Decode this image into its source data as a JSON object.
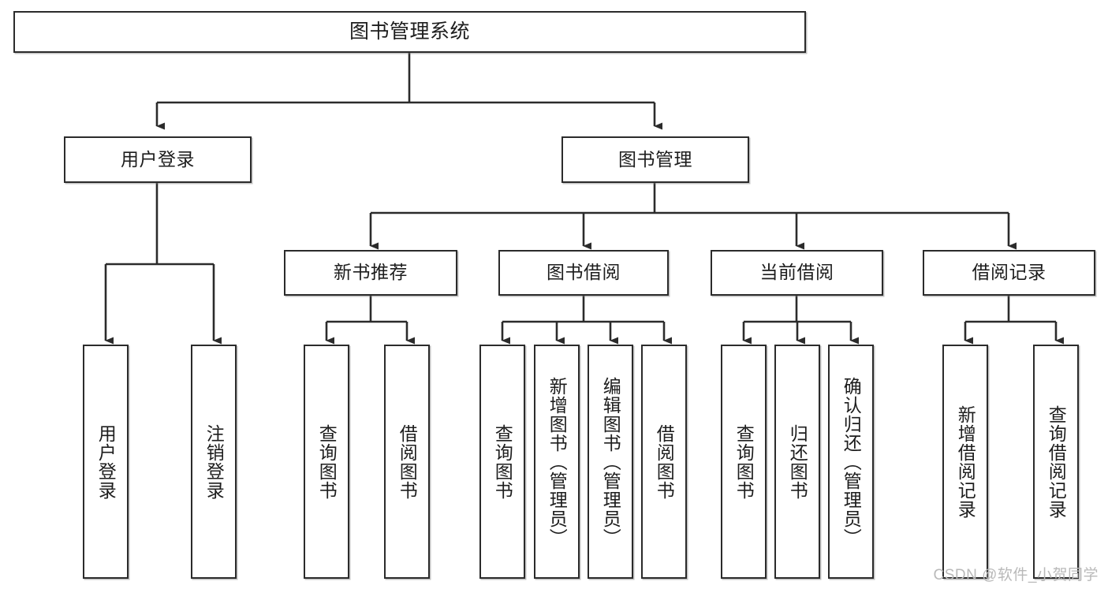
{
  "diagram": {
    "type": "tree-hierarchy-chart",
    "title": "图书管理系统",
    "watermark": "CSDN @软件_小贺同学",
    "colors": {
      "stroke": "#2b2b2b",
      "fill": "#ffffff",
      "text": "#1d1d1d",
      "watermark": "#b9b9b9"
    },
    "nodes": {
      "root": {
        "label": "图书管理系统",
        "orientation": "horizontal"
      },
      "level2": [
        {
          "id": "user-login",
          "label": "用户登录",
          "orientation": "horizontal"
        },
        {
          "id": "book-manage",
          "label": "图书管理",
          "orientation": "horizontal"
        }
      ],
      "level3": [
        {
          "id": "new-book-recommend",
          "label": "新书推荐",
          "orientation": "horizontal"
        },
        {
          "id": "book-borrow",
          "label": "图书借阅",
          "orientation": "horizontal"
        },
        {
          "id": "current-borrow",
          "label": "当前借阅",
          "orientation": "horizontal"
        },
        {
          "id": "borrow-record",
          "label": "借阅记录",
          "orientation": "horizontal"
        }
      ],
      "leaves": [
        {
          "id": "leaf-user-login",
          "label": "用户登录",
          "parent": "user-login",
          "orientation": "vertical"
        },
        {
          "id": "leaf-logout-login",
          "label": "注销登录",
          "parent": "user-login",
          "orientation": "vertical"
        },
        {
          "id": "leaf-query-book-1",
          "label": "查询图书",
          "parent": "new-book-recommend",
          "orientation": "vertical"
        },
        {
          "id": "leaf-borrow-book-1",
          "label": "借阅图书",
          "parent": "new-book-recommend",
          "orientation": "vertical"
        },
        {
          "id": "leaf-query-book-2",
          "label": "查询图书",
          "parent": "book-borrow",
          "orientation": "vertical"
        },
        {
          "id": "leaf-add-book",
          "label": "新增图书（管理员）",
          "parent": "book-borrow",
          "orientation": "vertical"
        },
        {
          "id": "leaf-edit-book",
          "label": "编辑图书（管理员）",
          "parent": "book-borrow",
          "orientation": "vertical"
        },
        {
          "id": "leaf-borrow-book-2",
          "label": "借阅图书",
          "parent": "book-borrow",
          "orientation": "vertical"
        },
        {
          "id": "leaf-query-book-3",
          "label": "查询图书",
          "parent": "current-borrow",
          "orientation": "vertical"
        },
        {
          "id": "leaf-return-book",
          "label": "归还图书",
          "parent": "current-borrow",
          "orientation": "vertical"
        },
        {
          "id": "leaf-confirm-return",
          "label": "确认归还（管理员）",
          "parent": "current-borrow",
          "orientation": "vertical"
        },
        {
          "id": "leaf-add-record",
          "label": "新增借阅记录",
          "parent": "borrow-record",
          "orientation": "vertical"
        },
        {
          "id": "leaf-query-record",
          "label": "查询借阅记录",
          "parent": "borrow-record",
          "orientation": "vertical"
        }
      ]
    }
  }
}
